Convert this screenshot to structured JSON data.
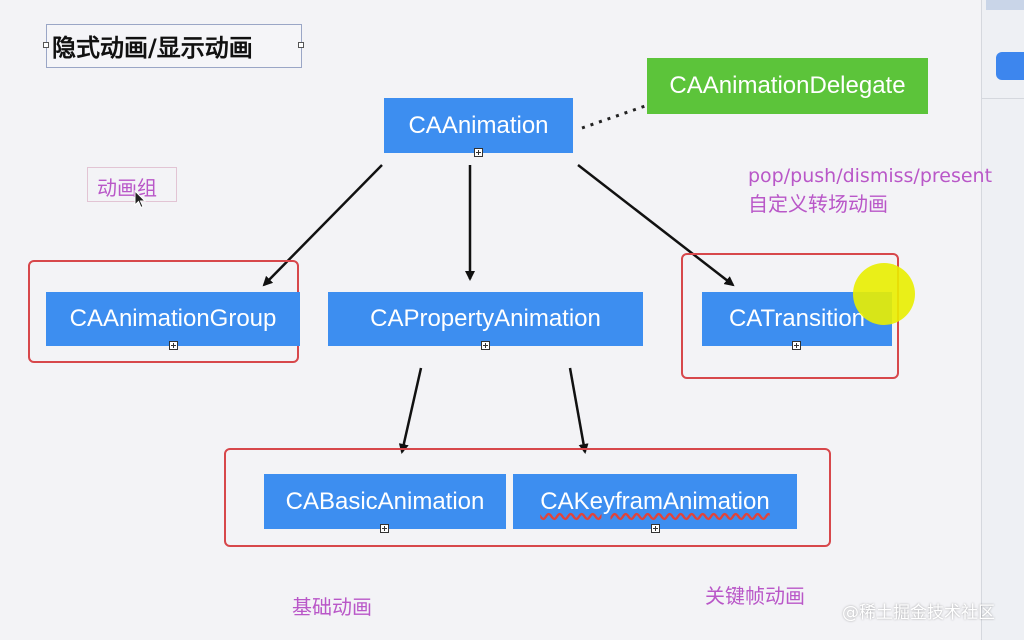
{
  "title": "隐式动画/显示动画",
  "nodes": {
    "ca_animation": "CAAnimation",
    "delegate": "CAAnimationDelegate",
    "group": "CAAnimationGroup",
    "property": "CAPropertyAnimation",
    "transition": "CATransition",
    "basic": "CABasicAnimation",
    "keyframe": "CAKeyframAnimation"
  },
  "annotations": {
    "group_label": "动画组",
    "transition_line1": "pop/push/dismiss/present",
    "transition_line2": "自定义转场动画",
    "basic_label": "基础动画",
    "keyframe_label": "关键帧动画"
  },
  "watermark": "@稀土掘金技术社区",
  "colors": {
    "node_blue": "#3d8ef0",
    "delegate_green": "#5cc43a",
    "frame_red": "#d7474b",
    "annotation_purple": "#b957c8"
  }
}
